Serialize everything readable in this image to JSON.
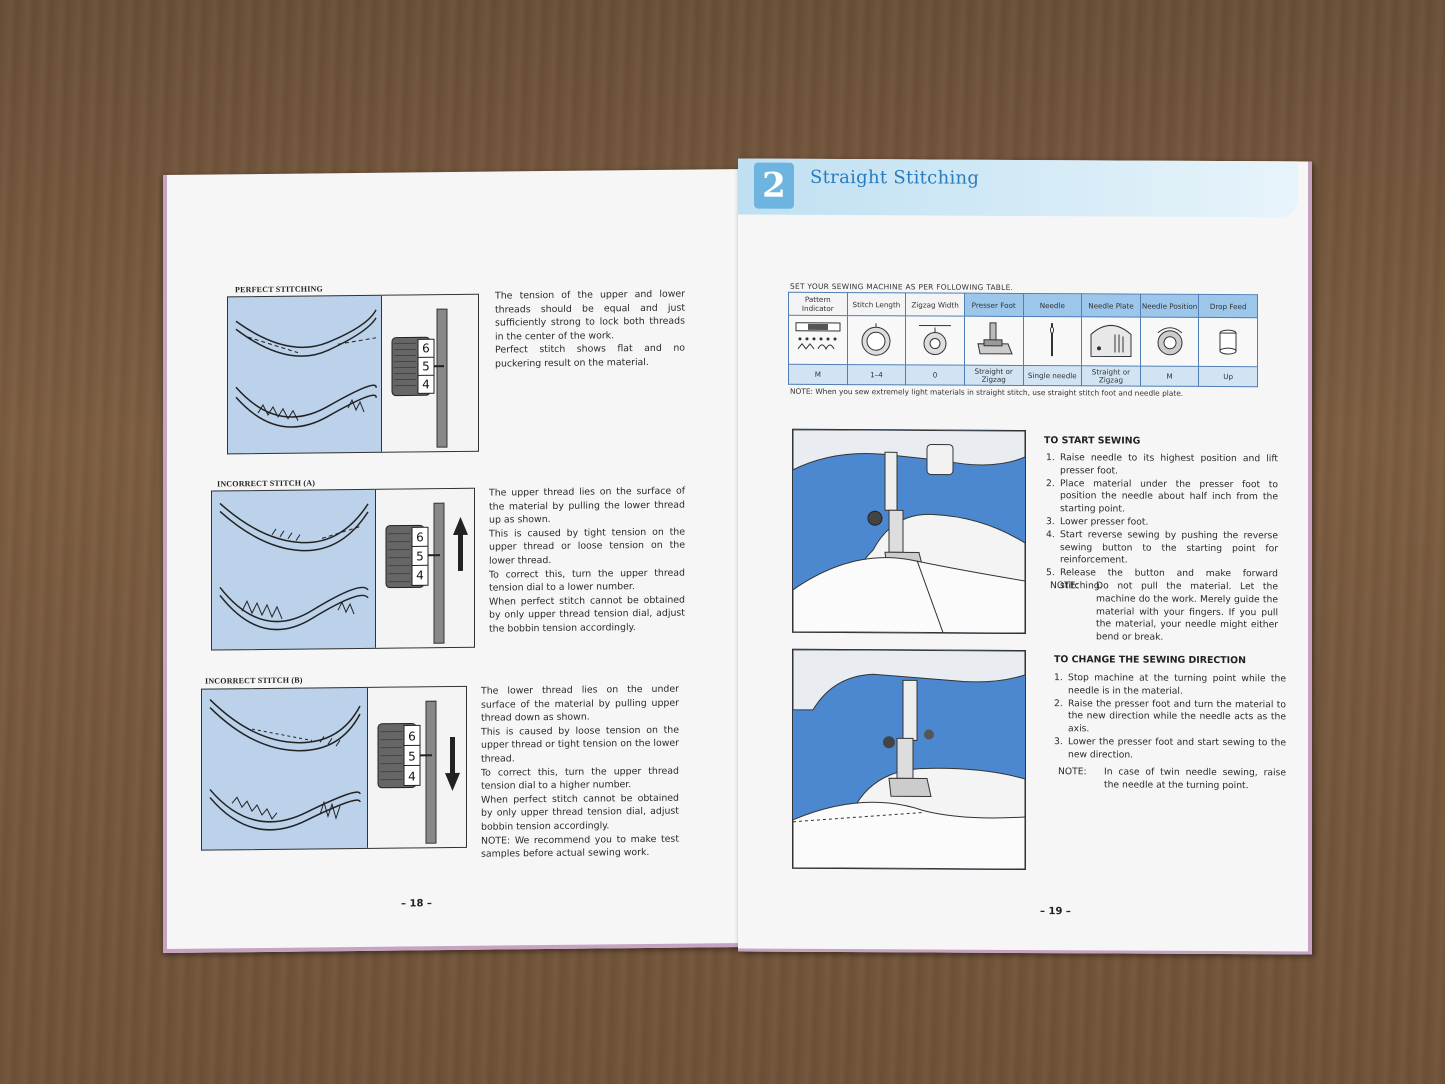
{
  "left_page": {
    "sections": [
      {
        "title": "PERFECT STITCHING",
        "dial": [
          "6",
          "5",
          "4"
        ],
        "arrow": "none",
        "text": "The tension of the upper and lower threads should be equal and just sufficiently strong to lock both threads in the center of the work.\nPerfect stitch shows flat and no puckering result on the material."
      },
      {
        "title": "INCORRECT STITCH (A)",
        "dial": [
          "6",
          "5",
          "4"
        ],
        "arrow": "up",
        "text": "The upper thread lies on the surface of the material by pulling the lower thread up as shown.\nThis is caused by tight tension on the upper thread or loose tension on the lower thread.\nTo correct this, turn the upper thread tension dial to a lower number.\nWhen perfect stitch cannot be obtained by only upper thread tension dial, adjust the bobbin tension accordingly."
      },
      {
        "title": "INCORRECT STITCH (B)",
        "dial": [
          "6",
          "5",
          "4"
        ],
        "arrow": "down",
        "text": "The lower thread lies on the under surface of the material by pulling upper thread down as shown.\nThis is caused by loose tension on the upper thread or tight tension on the lower thread.\nTo correct this, turn the upper thread tension dial to a higher number.\nWhen perfect stitch cannot be obtained by only upper thread tension dial, adjust bobbin tension accordingly.\nNOTE:  We recommend you to make test samples before actual sewing work."
      }
    ],
    "page_number": "– 18 –"
  },
  "right_page": {
    "chapter_number": "2",
    "chapter_title": "Straight Stitching",
    "table_heading": "SET YOUR SEWING MACHINE AS PER FOLLOWING TABLE.",
    "table": {
      "headers": [
        "Pattern Indicator",
        "Stitch Length",
        "Zigzag Width",
        "Presser Foot",
        "Needle",
        "Needle Plate",
        "Needle Position",
        "Drop Feed"
      ],
      "values": [
        "M",
        "1–4",
        "0",
        "Straight or Zigzag",
        "Single needle",
        "Straight or Zigzag",
        "M",
        "Up"
      ],
      "icons": [
        "pattern-indicator-icon",
        "stitch-length-dial-icon",
        "zigzag-width-dial-icon",
        "presser-foot-icon",
        "needle-icon",
        "needle-plate-icon",
        "needle-position-dial-icon",
        "drop-feed-icon"
      ]
    },
    "table_note": "NOTE:  When you sew extremely light materials in straight stitch, use straight stitch foot and needle plate.",
    "start_sewing": {
      "title": "TO START SEWING",
      "steps": [
        "Raise needle to its highest position and lift presser foot.",
        "Place material under the presser foot to position the needle about half inch from the starting point.",
        "Lower presser foot.",
        "Start reverse sewing by pushing the reverse sewing button to the starting point for reinforcement.",
        "Release the button and make forward stitching."
      ],
      "note_label": "NOTE:",
      "note": "Do not pull the material. Let the machine do the work. Merely guide the material with your fingers. If you pull the material, your needle might either bend or break."
    },
    "change_direction": {
      "title": "TO CHANGE THE SEWING DIRECTION",
      "steps": [
        "Stop machine at the turning point while the needle is in the material.",
        "Raise the presser foot and turn the material to the new direction while the needle acts as the axis.",
        "Lower the presser foot and start sewing to the new direction."
      ],
      "note_label": "NOTE:",
      "note": "In case of twin needle sewing, raise the needle at the turning point."
    },
    "page_number": "– 19 –"
  },
  "colors": {
    "banner": "#bfe0f2",
    "chapter_badge": "#6db4e0",
    "chapter_title": "#2b7cbf",
    "figure_fill": "#bcd2ea",
    "photo_fill": "#4c88cf",
    "table_header_blue": "#9cc6ea",
    "table_value_row": "#d2e4f4"
  }
}
